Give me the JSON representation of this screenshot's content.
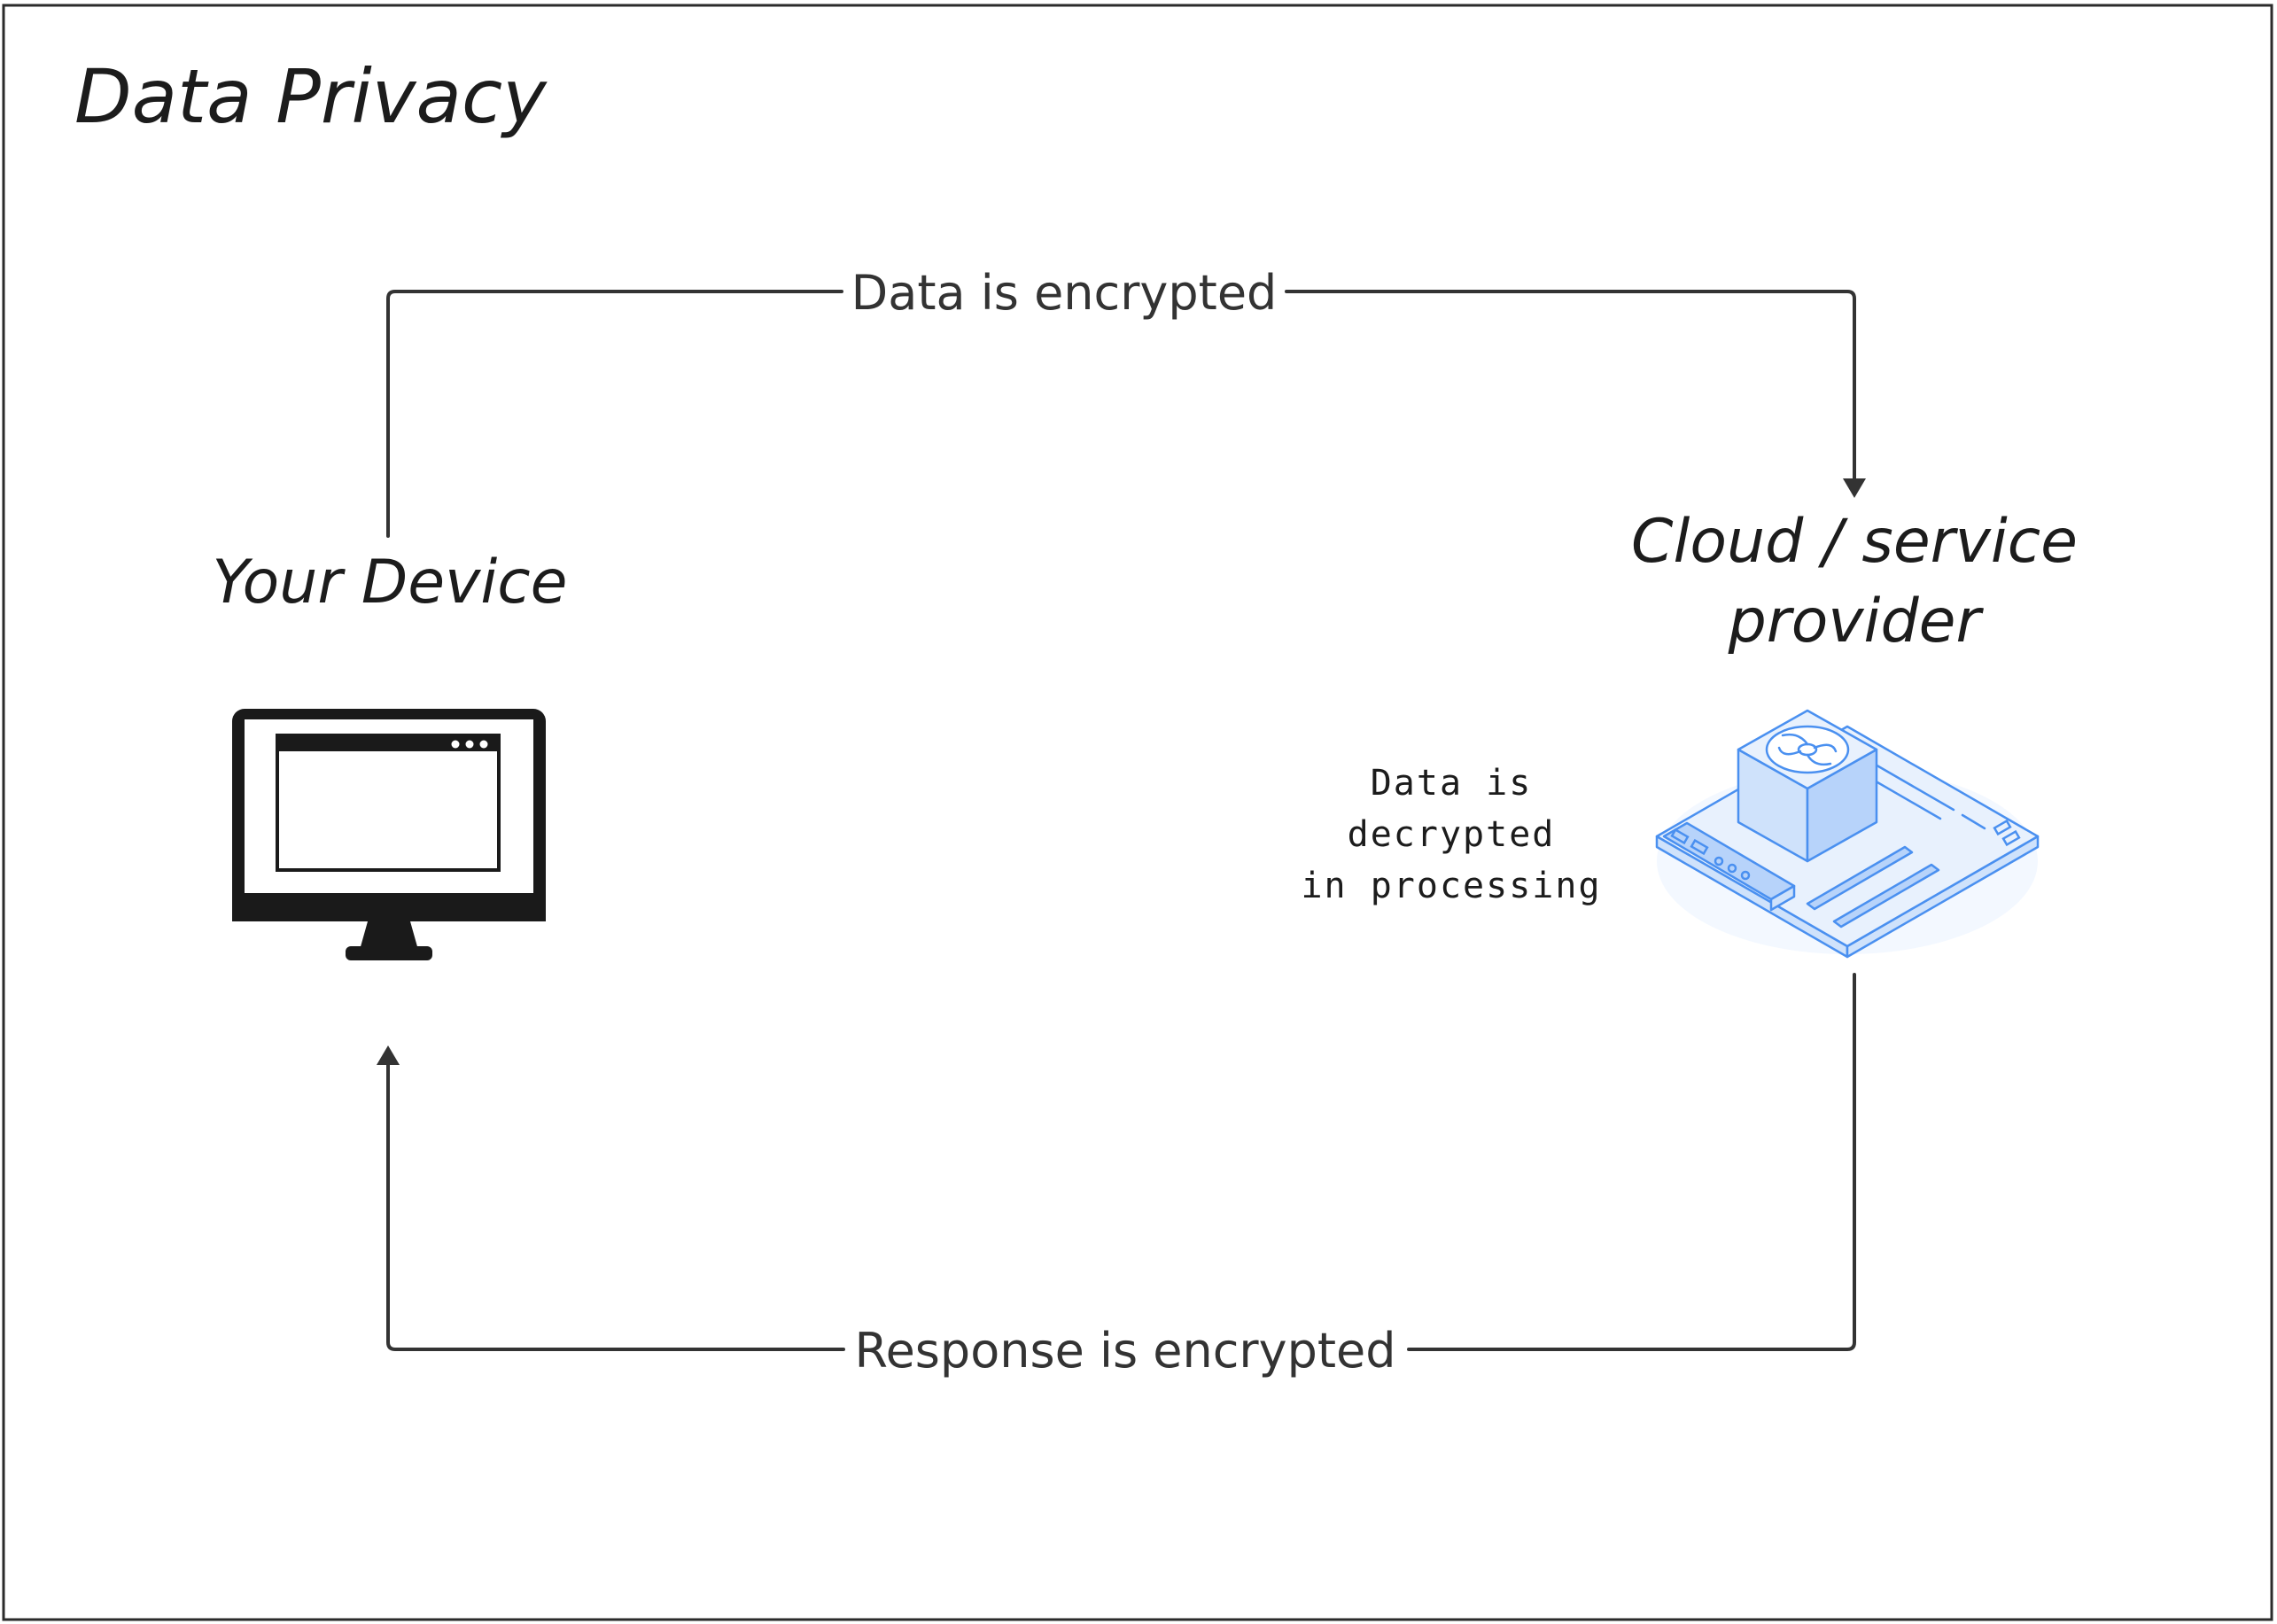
{
  "diagram": {
    "title": "Data Privacy",
    "nodes": {
      "device": {
        "label": "Your Device",
        "icon": "desktop-monitor-icon"
      },
      "provider": {
        "label_line1": "Cloud / service",
        "label_line2": "provider",
        "icon": "motherboard-icon",
        "note_lines": [
          "Data is",
          "decrypted",
          "in processing"
        ]
      }
    },
    "edges": {
      "request": {
        "label": "Data is encrypted",
        "from": "device",
        "to": "provider"
      },
      "response": {
        "label": "Response is encrypted",
        "from": "provider",
        "to": "device"
      }
    },
    "colors": {
      "line": "#333333",
      "text": "#1c1c1c",
      "device_icon": "#1a1a1a",
      "board_stroke": "#4a90f0",
      "board_fill": "#e8f1fd"
    }
  }
}
